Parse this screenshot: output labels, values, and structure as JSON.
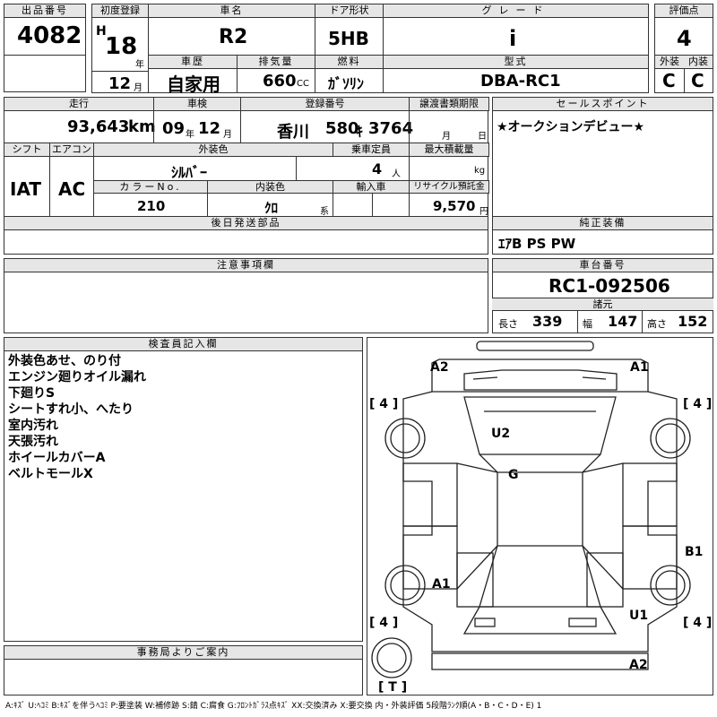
{
  "top": {
    "lot_label": "出品番号",
    "lot_no": "4082",
    "first_reg_label": "初度登録",
    "era": "H",
    "year": "18",
    "year_unit": "年",
    "month": "12",
    "month_unit": "月",
    "model_name_label": "車名",
    "model_name": "R2",
    "door_label": "ドア形状",
    "door": "5HB",
    "grade_label": "グレード",
    "grade": "i",
    "score_label": "評価点",
    "score": "4",
    "history_label": "車歴",
    "history": "自家用",
    "displacement_label": "排気量",
    "displacement": "660",
    "displacement_unit": "CC",
    "fuel_label": "燃料",
    "fuel": "ｶﾞｿﾘﾝ",
    "type_label": "型式",
    "type": "DBA-RC1",
    "ext_label": "外装",
    "ext": "C",
    "int_label": "内装",
    "int": "C"
  },
  "second": {
    "mileage_label": "走行",
    "mileage": "93,643",
    "mileage_unit": "km",
    "inspection_label": "車検",
    "insp_year": "09",
    "insp_year_unit": "年",
    "insp_month": "12",
    "insp_month_unit": "月",
    "reg_label": "登録番号",
    "reg_area": "香川",
    "reg_class": "580",
    "reg_kana": "ｷ",
    "reg_num": "3764",
    "transfer_label": "譲渡書類期限",
    "transfer_month": "月",
    "transfer_day": "日",
    "shift_label": "シフト",
    "shift": "IAT",
    "ac_label": "エアコン",
    "ac": "AC",
    "color_label": "外装色",
    "color": "ｼﾙﾊﾞｰ",
    "capacity_label": "乗車定員",
    "capacity": "4",
    "capacity_unit": "人",
    "load_label": "最大積載量",
    "load_unit": "kg",
    "color_no_label": "カラーNo.",
    "color_no": "210",
    "interior_label": "内装色",
    "interior": "ｸﾛ",
    "interior_unit": "系",
    "import_label": "輸入車",
    "recycle_label": "リサイクル預託金",
    "recycle": "9,570",
    "recycle_unit": "円",
    "later_parts_label": "後日発送部品"
  },
  "sales": {
    "label": "セールスポイント",
    "text": "★オークションデビュー★"
  },
  "equipment": {
    "label": "純正装備",
    "text": "ｴｱB PS PW"
  },
  "caution": {
    "label": "注意事項欄"
  },
  "chassis": {
    "label": "車台番号",
    "number": "RC1-092506",
    "dims_label": "諸元",
    "length_label": "長さ",
    "length": "339",
    "width_label": "幅",
    "width": "147",
    "height_label": "高さ",
    "height": "152"
  },
  "inspector": {
    "label": "検査員記入欄",
    "lines": [
      "外装色あせ、のり付",
      "エンジン廻りオイル漏れ",
      "下廻りS",
      "シートすれ小、へたり",
      "室内汚れ",
      "天張汚れ",
      "ホイールカバーA",
      "ベルトモールX"
    ]
  },
  "office": {
    "label": "事務局よりご案内"
  },
  "diagram": {
    "marks": [
      "A2",
      "A1",
      "U2",
      "G",
      "B1",
      "A1",
      "U1",
      "A2"
    ],
    "tires": [
      "[ 4 ]",
      "[ 4 ]",
      "[ 4 ]",
      "[ 4 ]",
      "[ T ]"
    ]
  },
  "legend": "A:ｷｽﾞ U:ﾍｺﾐ B:ｷｽﾞを伴うﾍｺﾐ P:要塗装 W:補修跡 S:錆 C:腐食 G:ﾌﾛﾝﾄｶﾞﾗｽ点ｷｽﾞ XX:交換済み X:要交換 内・外装評価 5段階ﾗﾝｸ順(A・B・C・D・E) 1"
}
